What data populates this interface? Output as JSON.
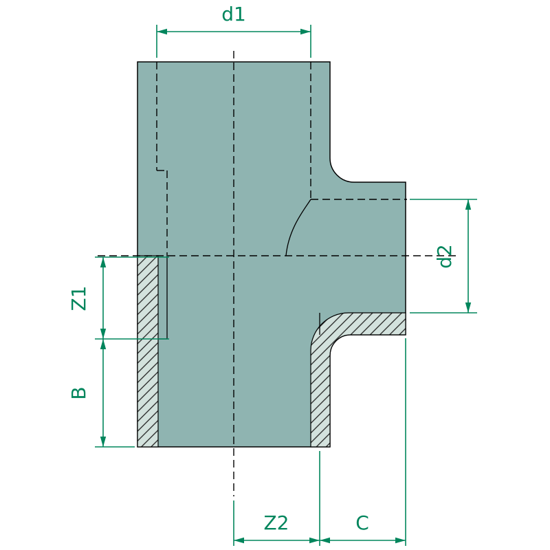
{
  "labels": {
    "d1": "d1",
    "d2": "d2",
    "z1": "Z1",
    "b": "B",
    "z2": "Z2",
    "c": "C"
  },
  "colors": {
    "background": "#ffffff",
    "body": "#8fb4b1",
    "socket_cut": "#d3e2dd",
    "hatch_line": "#1c1c1c",
    "outline": "#000000",
    "dimension": "#00855c"
  }
}
